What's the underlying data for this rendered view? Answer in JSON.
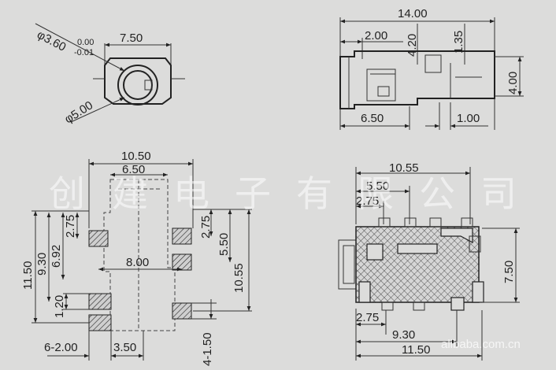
{
  "watermark": {
    "company_chars": [
      "创",
      "建",
      "电",
      "子",
      "有",
      "限",
      "公",
      "司"
    ],
    "site": "alibaba.com.cn"
  },
  "front_view": {
    "dia_hole": "φ3.60",
    "dia_hole_tol_upper": "0.00",
    "dia_hole_tol_lower": "-0.01",
    "width": "7.50",
    "dia_outer": "φ5.00"
  },
  "side_view": {
    "length": "14.00",
    "dim_2": "2.00",
    "dim_420": "4.20",
    "dim_135": "1.35",
    "height": "4.00",
    "dim_650": "6.50",
    "dim_100": "1.00"
  },
  "footprint": {
    "width": "10.50",
    "inner_width": "6.50",
    "dim_275_left": "2.75",
    "dim_275_right": "2.75",
    "dim_692": "6.92",
    "dim_930": "9.30",
    "dim_1150": "11.50",
    "dim_550": "5.50",
    "dim_1055": "10.55",
    "center": "8.00",
    "dim_120": "1.20",
    "pads_spec": "6-2.00",
    "dim_350": "3.50",
    "dim_4_150": "4-1.50"
  },
  "top_view": {
    "length": "10.55",
    "dim_550": "5.50",
    "dim_275_top": "2.75",
    "height": "7.50",
    "dim_275_bottom": "2.75",
    "dim_930": "9.30",
    "dim_1150": "11.50"
  }
}
